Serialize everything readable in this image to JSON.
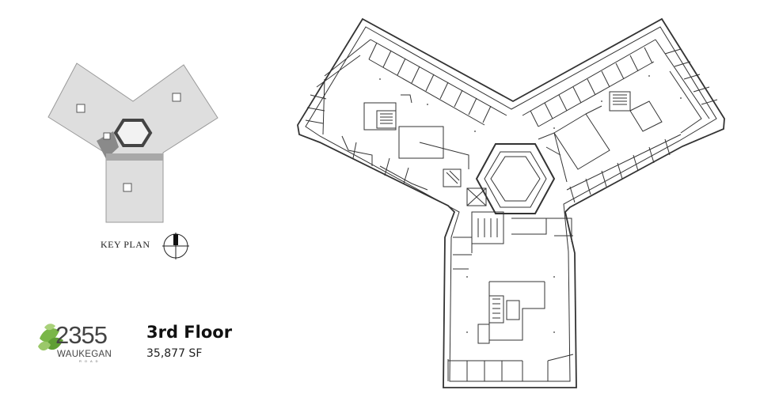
{
  "key_plan": {
    "label": "KEY PLAN"
  },
  "floor": {
    "title": "3rd Floor",
    "area": "35,877 SF"
  },
  "logo": {
    "number": "2355",
    "street": "WAUKEGAN",
    "suffix": "ROAD",
    "leaf_color": "#7ab648"
  },
  "colors": {
    "plan_line": "#333333",
    "key_fill": "#dedede",
    "key_stair": "#888888"
  }
}
